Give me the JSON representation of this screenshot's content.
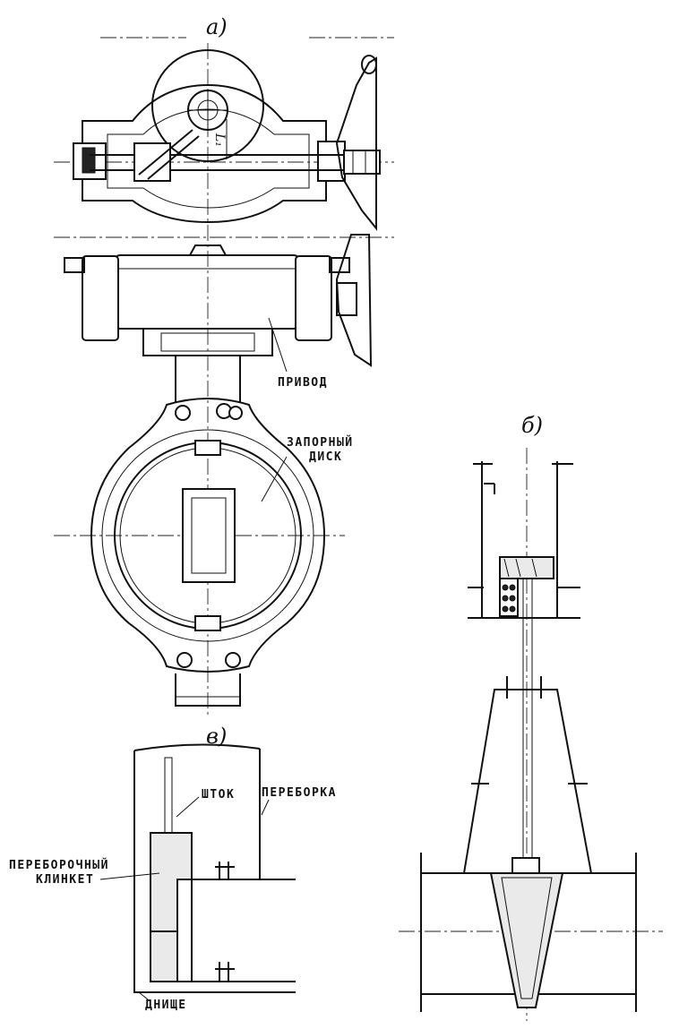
{
  "figure": {
    "part_a": {
      "heading": "а)",
      "label_drive": "ПРИВОД",
      "label_disk_line1": "ЗАПОРНЫЙ",
      "label_disk_line2": "ДИСК",
      "dim_mark": "L₁"
    },
    "part_b": {
      "heading": "б)"
    },
    "part_v": {
      "heading": "в)",
      "label_stem": "ШТОК",
      "label_bulkhead": "ПЕРЕБОРКА",
      "label_valve_line1": "ПЕРЕБОРОЧНЫЙ",
      "label_valve_line2": "КЛИНКЕТ",
      "label_bottom": "ДНИЩЕ"
    }
  }
}
